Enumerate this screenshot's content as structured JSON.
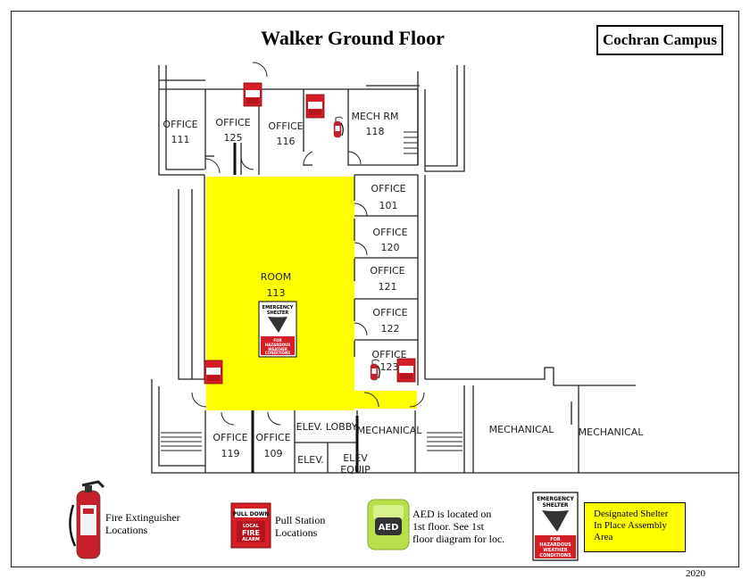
{
  "title": "Walker Ground Floor",
  "campus_label": "Cochran Campus",
  "year": "2020",
  "rooms": {
    "office_111": [
      "OFFICE",
      "111"
    ],
    "office_125": [
      "OFFICE",
      "125"
    ],
    "office_116": [
      "OFFICE",
      "116"
    ],
    "mech_118": [
      "MECH RM",
      "118"
    ],
    "office_101": [
      "OFFICE",
      "101"
    ],
    "office_120": [
      "OFFICE",
      "120"
    ],
    "office_121": [
      "OFFICE",
      "121"
    ],
    "office_122": [
      "OFFICE",
      "122"
    ],
    "office_123": [
      "OFFICE",
      "123"
    ],
    "room_113": [
      "ROOM",
      "113"
    ],
    "office_119": [
      "OFFICE",
      "119"
    ],
    "office_109": [
      "OFFICE",
      "109"
    ],
    "elev_lobby": "ELEV. LOBBY",
    "elev": "ELEV.",
    "elev_equip": [
      "ELEV",
      "EQUIP"
    ],
    "mechanical_a": "MECHANICAL",
    "mechanical_b": "MECHANICAL",
    "mechanical_c": "MECHANICAL"
  },
  "signs": {
    "shelter_top": [
      "EMERGENCY",
      "SHELTER"
    ],
    "shelter_bottom": [
      "FOR",
      "HAZARDOUS",
      "WEATHER",
      "CONDITIONS"
    ],
    "pull_station": [
      "PULL DOWN",
      "LOCAL",
      "FIRE",
      "ALARM"
    ],
    "aed": "AED"
  },
  "legend": {
    "fire_extinguisher": [
      "Fire Extinguisher",
      "Locations"
    ],
    "pull_station": [
      "Pull Station",
      "Locations"
    ],
    "aed": [
      "AED is located on",
      "1st floor. See 1st",
      "floor diagram for loc."
    ],
    "shelter": [
      "Designated Shelter",
      "In Place Assembly",
      "Area"
    ]
  },
  "colors": {
    "shelter_area": "#ffff00",
    "pull_station": "#d41f26",
    "extinguisher": "#c8202a",
    "aed": "#b9e04a",
    "walls": "#222222"
  }
}
